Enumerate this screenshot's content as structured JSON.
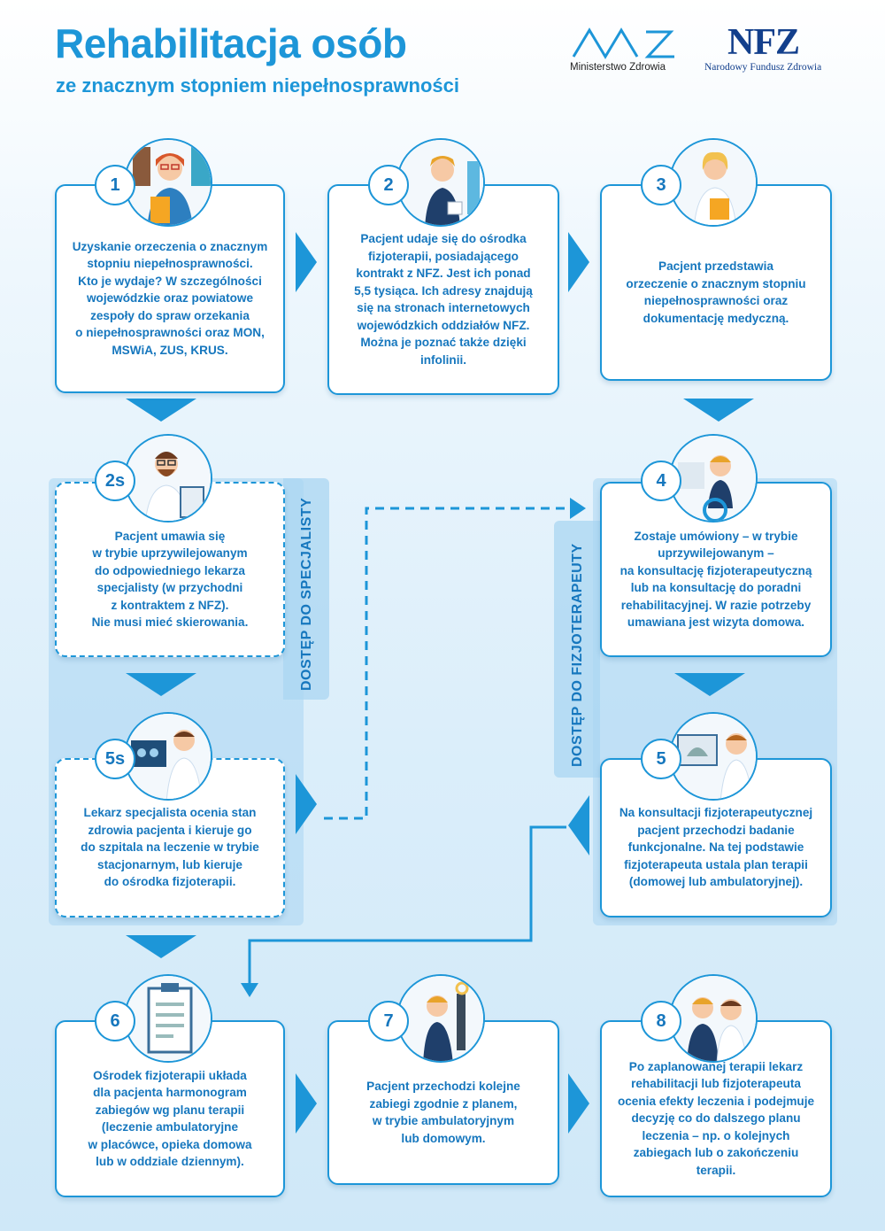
{
  "header": {
    "title": "Rehabilitacja osób",
    "subtitle": "ze znacznym stopniem niepełnosprawności",
    "logo_mz_text": "Ministerstwo Zdrowia",
    "logo_nfz_mark": "NFZ",
    "logo_nfz_text": "Narodowy Fundusz Zdrowia"
  },
  "colors": {
    "accent": "#1d96d8",
    "text": "#1677be",
    "nfz": "#123f8c"
  },
  "side_labels": {
    "specialist": "DOSTĘP DO SPECJALISTY",
    "physio": "DOSTĘP DO FIZJOTERAPEUTY"
  },
  "steps": [
    {
      "id": "1",
      "text": "Uzyskanie orzeczenia o znacznym\nstopniu niepełnosprawności.\nKto je wydaje? W szczególności\nwojewódzkie oraz powiatowe\nzespoły do spraw orzekania\no niepełnosprawności oraz MON,\nMSWiA, ZUS, KRUS.",
      "icon": "official-with-document-icon"
    },
    {
      "id": "2",
      "text": "Pacjent udaje się do ośrodka\nfizjoterapii, posiadającego\nkontrakt z NFZ. Jest ich ponad\n5,5 tysiąca. Ich adresy znajdują\nsię na stronach internetowych\nwojewódzkich oddziałów NFZ.\nMożna je poznać także dzięki\ninfolinii.",
      "icon": "patient-walking-icon"
    },
    {
      "id": "3",
      "text": "Pacjent przedstawia\norzeczenie o znacznym stopniu\nniepełnosprawności oraz\ndokumentację medyczną.",
      "icon": "patient-with-folder-icon"
    },
    {
      "id": "2s",
      "text": "Pacjent umawia się\nw trybie uprzywilejowanym\ndo odpowiedniego lekarza\nspecjalisty (w przychodni\nz kontraktem z NFZ).\nNie musi mieć skierowania.",
      "icon": "doctor-with-clipboard-icon"
    },
    {
      "id": "4",
      "text": "Zostaje umówiony – w trybie\nuprzywilejowanym –\nna konsultację fizjoterapeutyczną\nlub na konsultację do poradni\nrehabilitacyjnej. W razie potrzeby\numawiana jest wizyta domowa.",
      "icon": "patient-wheelchair-icon"
    },
    {
      "id": "5s",
      "text": "Lekarz specjalista ocenia stan\nzdrowia pacjenta i kieruje go\ndo szpitala na leczenie w trybie\nstacjonarnym, lub kieruje\ndo ośrodka fizjoterapii.",
      "icon": "doctor-xray-icon"
    },
    {
      "id": "5",
      "text": "Na konsultacji fizjoterapeutycznej\npacjent przechodzi badanie\nfunkcjonalne. Na tej podstawie\nfizjoterapeuta ustala plan terapii\n(domowej lub ambulatoryjnej).",
      "icon": "doctor-monitor-icon"
    },
    {
      "id": "6",
      "text": "Ośrodek fizjoterapii układa\ndla pacjenta harmonogram\nzabiegów wg planu terapii\n(leczenie ambulatoryjne\nw placówce, opieka domowa\nlub w oddziale dziennym).",
      "icon": "clipboard-schedule-icon"
    },
    {
      "id": "7",
      "text": "Pacjent przechodzi kolejne\nzabiegi zgodnie z planem,\nw trybie ambulatoryjnym\nlub domowym.",
      "icon": "patient-exercise-icon"
    },
    {
      "id": "8",
      "text": "Po zaplanowanej terapii lekarz\nrehabilitacji lub fizjoterapeuta\nocenia efekty leczenia i podejmuje\ndecyzję co do dalszego planu\nleczenia – np.  o kolejnych\nzabiegach lub o zakończeniu terapii.",
      "icon": "doctor-and-patient-icon"
    }
  ]
}
